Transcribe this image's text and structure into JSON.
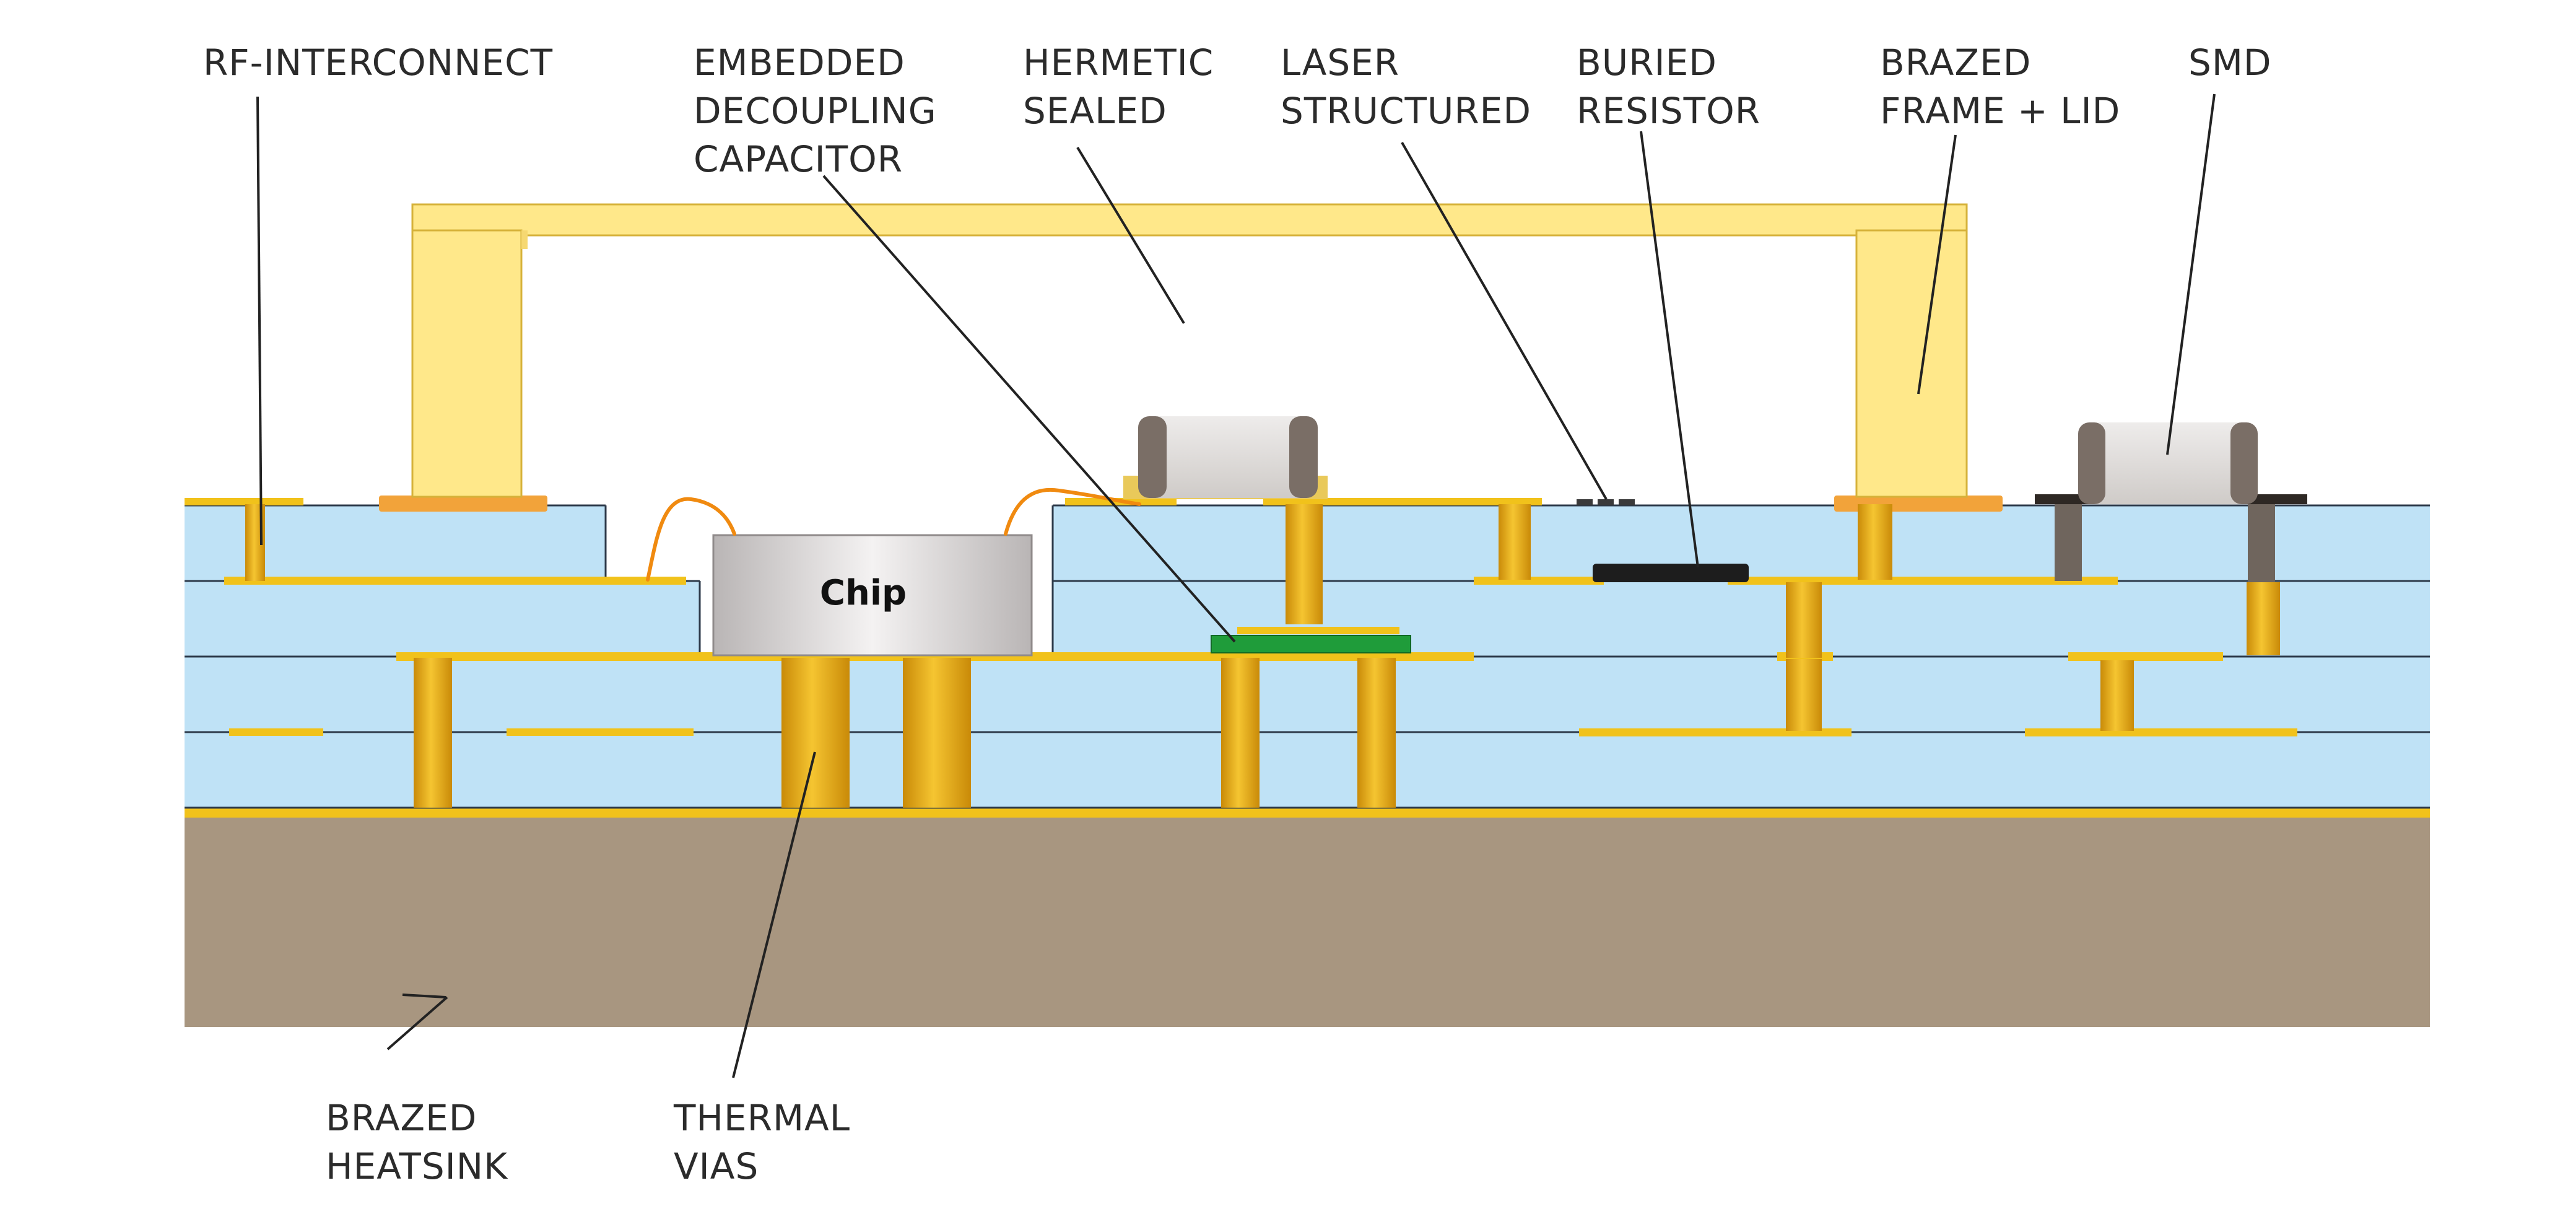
{
  "colors": {
    "background": "#ffffff",
    "dielectric": "#bfe2f6",
    "layer_line": "#2d3a4a",
    "gold": "#f1c21b",
    "copper_via": "#e0a20c",
    "frame": "#ffe88a",
    "frame_edge": "#d6b23a",
    "pad_orange": "#f2a33a",
    "heatsink": "#a89680",
    "chip": "#d9d6d6",
    "smd_body": "#dcd9d7",
    "smd_end": "#7a6e66",
    "buried_resistor": "#1d1d1d",
    "capacitor_green": "#1f9c3a",
    "bond_wire": "#f08a10",
    "leader": "#222222"
  },
  "chip": {
    "label": "Chip"
  },
  "callouts": {
    "rf_interconnect": {
      "lines": [
        "RF-INTERCONNECT"
      ]
    },
    "embedded_capacitor": {
      "lines": [
        "EMBEDDED",
        "DECOUPLING",
        "CAPACITOR"
      ]
    },
    "hermetic_sealed": {
      "lines": [
        "HERMETIC",
        "SEALED"
      ]
    },
    "laser_structured": {
      "lines": [
        "LASER",
        "STRUCTURED"
      ]
    },
    "buried_resistor": {
      "lines": [
        "BURIED",
        "RESISTOR"
      ]
    },
    "brazed_frame": {
      "lines": [
        "BRAZED",
        "FRAME + LID"
      ]
    },
    "smd": {
      "lines": [
        "SMD"
      ]
    },
    "brazed_heatsink": {
      "lines": [
        "BRAZED",
        "HEATSINK"
      ]
    },
    "thermal_vias": {
      "lines": [
        "THERMAL",
        "VIAS"
      ]
    }
  }
}
